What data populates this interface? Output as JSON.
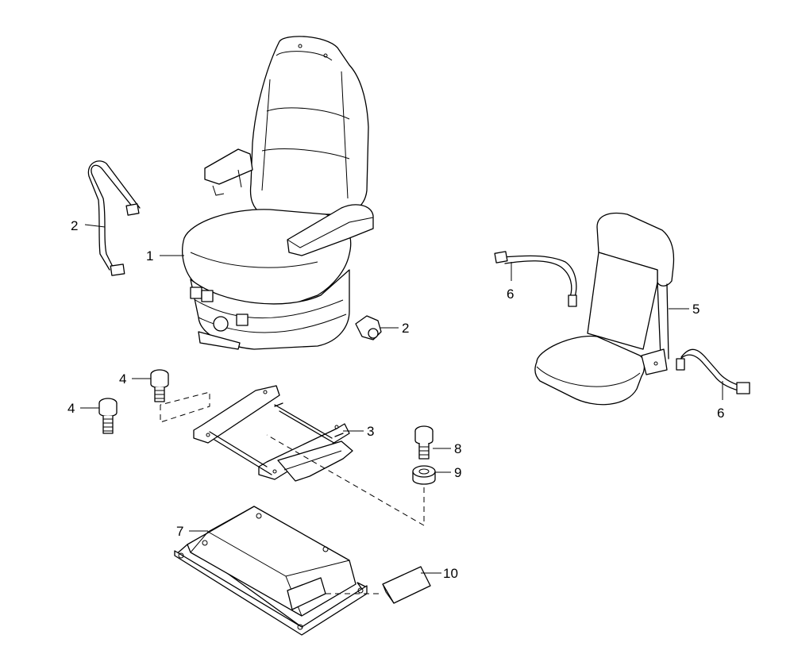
{
  "callouts": {
    "c1": "1",
    "c2a": "2",
    "c2b": "2",
    "c3": "3",
    "c4a": "4",
    "c4b": "4",
    "c5": "5",
    "c6a": "6",
    "c6b": "6",
    "c7": "7",
    "c8": "8",
    "c9": "9",
    "c10": "10"
  }
}
